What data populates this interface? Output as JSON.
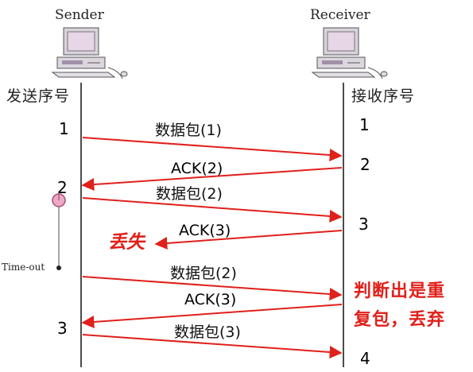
{
  "sender": {
    "title": "Sender",
    "column_label": "发送序号"
  },
  "receiver": {
    "title": "Receiver",
    "column_label": "接收序号"
  },
  "sender_seq": [
    "1",
    "2",
    "3"
  ],
  "receiver_seq": [
    "1",
    "2",
    "3",
    "4"
  ],
  "messages": [
    {
      "label": "数据包(1)",
      "from": "sender",
      "to": "receiver"
    },
    {
      "label": "ACK(2)",
      "from": "receiver",
      "to": "sender"
    },
    {
      "label": "数据包(2)",
      "from": "sender",
      "to": "receiver"
    },
    {
      "label": "ACK(3)",
      "from": "receiver",
      "to": "sender",
      "lost": true
    },
    {
      "label": "数据包(2)",
      "from": "sender",
      "to": "receiver"
    },
    {
      "label": "ACK(3)",
      "from": "receiver",
      "to": "sender"
    },
    {
      "label": "数据包(3)",
      "from": "sender",
      "to": "receiver"
    }
  ],
  "lost_label": "丢失",
  "timeout_label": "Time-out",
  "duplicate_note": [
    "判断出是重",
    "复包，丢弃"
  ],
  "colors": {
    "arrow": "#e0201a",
    "timer_fill": "#f0a8c8",
    "timer_stroke": "#a05070",
    "lifeline": "#000000"
  }
}
